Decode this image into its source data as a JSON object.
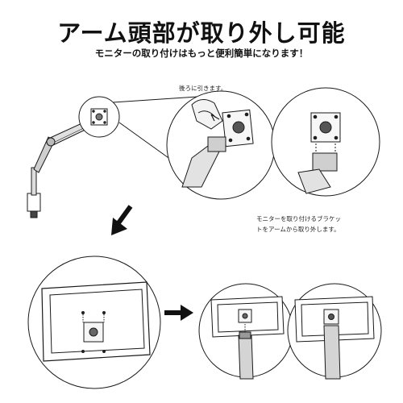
{
  "header": {
    "title": "アーム頭部が取り外し可能",
    "subtitle": "モニターの取り付けはもっと便利簡単になります！"
  },
  "notes": {
    "pull_back": "後ろに引きます。",
    "remove_line1": "モニターを取り付けるブラケッ",
    "remove_line2": "トをアームから取り外します。"
  },
  "colors": {
    "line": "#1a1a1a",
    "panel_gray": "#e6e6e6",
    "arm_gray": "#b8b8b8"
  }
}
